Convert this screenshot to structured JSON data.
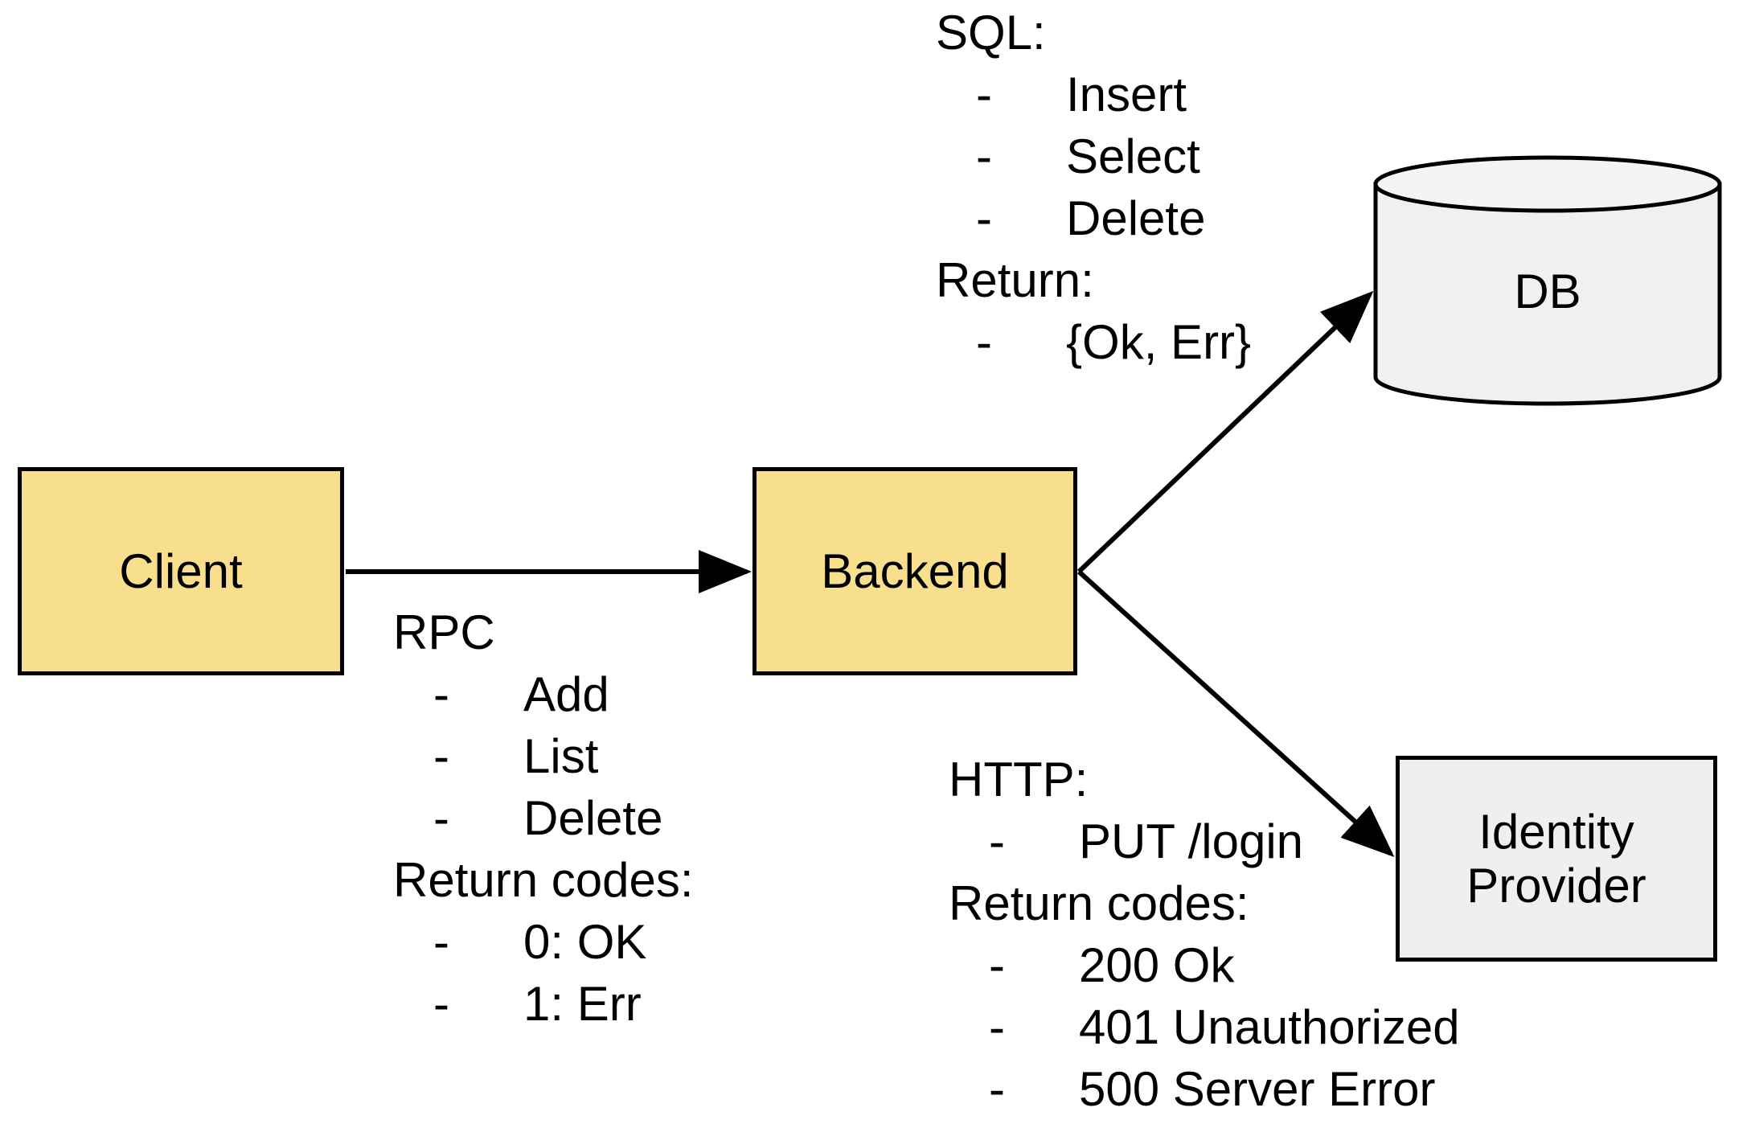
{
  "diagram": {
    "title": "Client / Backend / DB / Identity Provider architecture",
    "background_color": "#FFFFFF",
    "stroke_color": "#000000"
  },
  "nodes": {
    "client": {
      "label": "Client",
      "shape": "rectangle",
      "fill": "#F7DF8D",
      "stroke": "#000000"
    },
    "backend": {
      "label": "Backend",
      "shape": "rectangle",
      "fill": "#F7DF8D",
      "stroke": "#000000"
    },
    "db": {
      "label": "DB",
      "shape": "cylinder",
      "fill": "#F0F0F0",
      "stroke": "#000000"
    },
    "identity": {
      "label_line1": "Identity",
      "label_line2": "Provider",
      "shape": "rectangle",
      "fill": "#EFEFEF",
      "stroke": "#000000"
    }
  },
  "edges": [
    {
      "name": "client-to-backend",
      "from": "client",
      "to": "backend",
      "arrow": "single",
      "annotation": "rpc"
    },
    {
      "name": "backend-to-db",
      "from": "backend",
      "to": "db",
      "arrow": "single",
      "annotation": "sql"
    },
    {
      "name": "backend-to-identity",
      "from": "backend",
      "to": "identity",
      "arrow": "single",
      "annotation": "http"
    }
  ],
  "annotations": {
    "sql": {
      "lines": [
        {
          "type": "header",
          "text": "SQL:"
        },
        {
          "type": "bullet",
          "dash": "-",
          "text": "Insert"
        },
        {
          "type": "bullet",
          "dash": "-",
          "text": "Select"
        },
        {
          "type": "bullet",
          "dash": "-",
          "text": "Delete"
        },
        {
          "type": "header",
          "text": "Return:"
        },
        {
          "type": "bullet",
          "dash": "-",
          "text": "{Ok, Err}"
        }
      ]
    },
    "rpc": {
      "lines": [
        {
          "type": "header",
          "text": "RPC"
        },
        {
          "type": "bullet",
          "dash": "-",
          "text": "Add"
        },
        {
          "type": "bullet",
          "dash": "-",
          "text": "List"
        },
        {
          "type": "bullet",
          "dash": "-",
          "text": "Delete"
        },
        {
          "type": "header",
          "text": "Return codes:"
        },
        {
          "type": "bullet",
          "dash": "-",
          "text": "0: OK"
        },
        {
          "type": "bullet",
          "dash": "-",
          "text": "1: Err"
        }
      ]
    },
    "http": {
      "lines": [
        {
          "type": "header",
          "text": "HTTP:"
        },
        {
          "type": "bullet",
          "dash": "-",
          "text": "PUT /login"
        },
        {
          "type": "header",
          "text": "Return codes:"
        },
        {
          "type": "bullet",
          "dash": "-",
          "text": "200 Ok"
        },
        {
          "type": "bullet",
          "dash": "-",
          "text": "401 Unauthorized"
        },
        {
          "type": "bullet",
          "dash": "-",
          "text": "500 Server Error"
        }
      ]
    }
  }
}
